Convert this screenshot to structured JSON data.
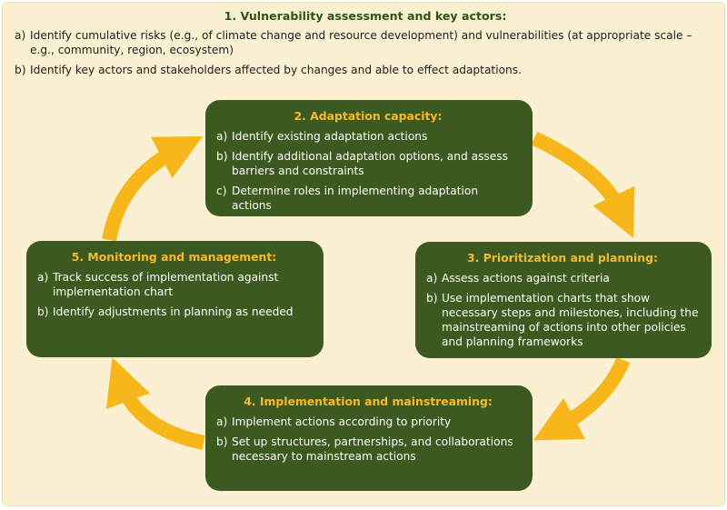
{
  "colors": {
    "background": "#fbf1d2",
    "box": "#3c5a1f",
    "box_title": "#f5b92c",
    "arrow": "#f7b619",
    "intro_title": "#2f5218"
  },
  "intro": {
    "title": "1. Vulnerability assessment and key actors:",
    "items": [
      {
        "label": "a)",
        "text": "Identify cumulative risks (e.g., of climate change and resource development) and vulnerabilities (at appropriate scale – e.g., community, region, ecosystem)"
      },
      {
        "label": "b)",
        "text": "Identify key actors and stakeholders affected by changes and able to effect adaptations."
      }
    ]
  },
  "boxes": {
    "adaptation": {
      "title": "2. Adaptation capacity:",
      "items": [
        {
          "label": "a)",
          "text": "Identify existing adaptation actions"
        },
        {
          "label": "b)",
          "text": "Identify additional adaptation options, and assess barriers and constraints"
        },
        {
          "label": "c)",
          "text": "Determine roles in implementing adaptation actions"
        }
      ]
    },
    "prioritization": {
      "title": "3. Prioritization and planning:",
      "items": [
        {
          "label": "a)",
          "text": "Assess actions against criteria"
        },
        {
          "label": "b)",
          "text": "Use implementation charts that show necessary steps and milestones, including the mainstreaming of actions into other policies and planning frameworks"
        }
      ]
    },
    "implementation": {
      "title": "4. Implementation and mainstreaming:",
      "items": [
        {
          "label": "a)",
          "text": "Implement actions according to priority"
        },
        {
          "label": "b)",
          "text": "Set up structures, partnerships, and collaborations necessary to mainstream actions"
        }
      ]
    },
    "monitoring": {
      "title": "5. Monitoring and management:",
      "items": [
        {
          "label": "a)",
          "text": "Track success of implementation against implementation chart"
        },
        {
          "label": "b)",
          "text": "Identify adjustments in planning as needed"
        }
      ]
    }
  }
}
